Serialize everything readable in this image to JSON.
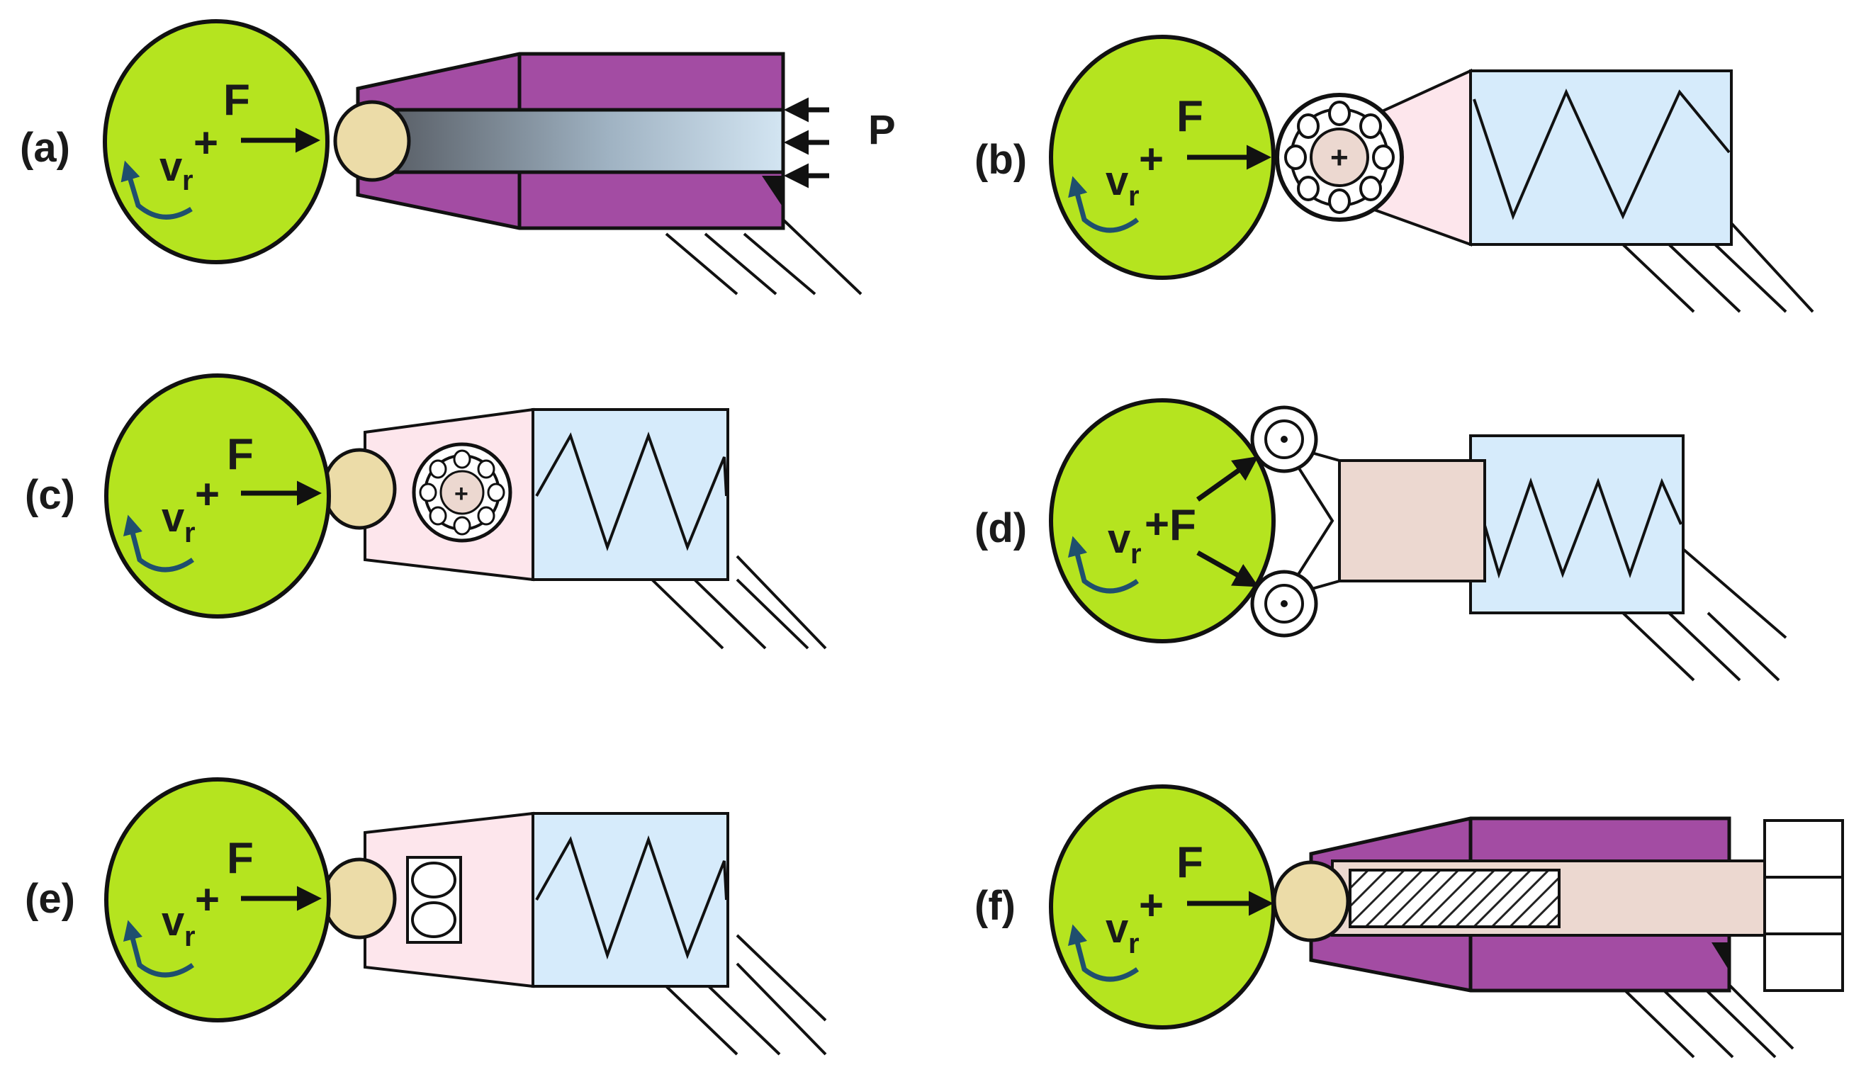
{
  "figure": {
    "panels": [
      {
        "id": "a",
        "label": "(a)",
        "force": "F",
        "velocity": "v",
        "velocity_sub": "r",
        "plus": "+",
        "pressure": "P"
      },
      {
        "id": "b",
        "label": "(b)",
        "force": "F",
        "velocity": "v",
        "velocity_sub": "r",
        "plus": "+"
      },
      {
        "id": "c",
        "label": "(c)",
        "force": "F",
        "velocity": "v",
        "velocity_sub": "r",
        "plus": "+"
      },
      {
        "id": "d",
        "label": "(d)",
        "force": "F",
        "velocity": "v",
        "velocity_sub": "r",
        "plus": "+"
      },
      {
        "id": "e",
        "label": "(e)",
        "force": "F",
        "velocity": "v",
        "velocity_sub": "r",
        "plus": "+"
      },
      {
        "id": "f",
        "label": "(f)",
        "force": "F",
        "velocity": "v",
        "velocity_sub": "r",
        "plus": "+"
      }
    ]
  },
  "colors": {
    "workpiece": "#b5e41f",
    "tool_tip": "#ecdca8",
    "purple_holder": "#a34ca3",
    "pink_housing": "#fde6ec",
    "blue_spring_box": "#d6ebfb",
    "beige_block": "#ecd8d0",
    "rotation_arrow": "#1f4f6e",
    "outline": "#111111"
  },
  "icons": [
    "rotation-arrow-icon",
    "force-arrow-icon",
    "spring-icon",
    "bearing-icon",
    "hatch-pattern-icon"
  ]
}
